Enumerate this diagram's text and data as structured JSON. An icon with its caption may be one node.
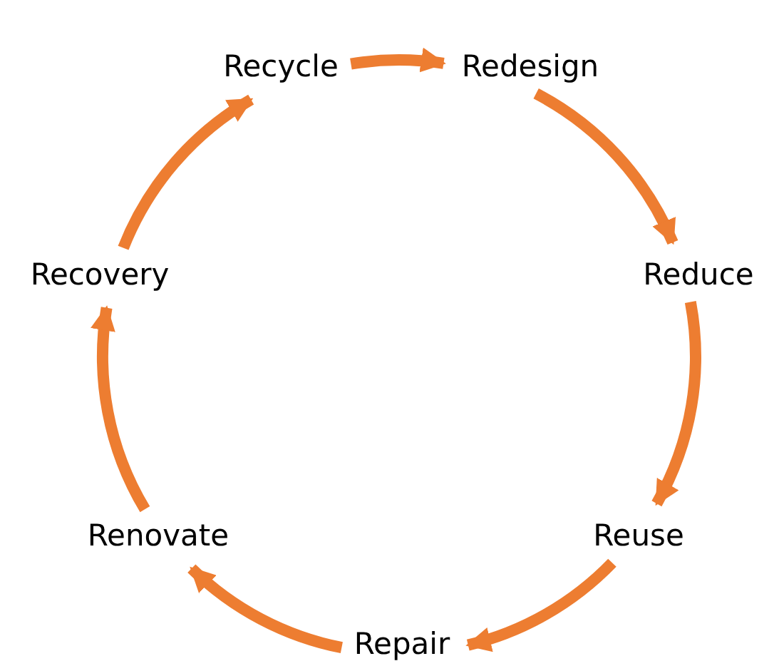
{
  "diagram": {
    "nodes": [
      {
        "text": [
          "Recycle"
        ]
      },
      {
        "text": [
          "Redesign"
        ]
      },
      {
        "text": [
          "Reduce"
        ]
      },
      {
        "text": [
          "Reuse"
        ]
      },
      {
        "text": [
          "Repair"
        ]
      },
      {
        "text": [
          "Renovate"
        ]
      },
      {
        "text": [
          "Recovery"
        ]
      }
    ],
    "edges": [
      {
        "from": 0,
        "to": 1,
        "arrow": "to"
      },
      {
        "from": 1,
        "to": 2,
        "arrow": "to"
      },
      {
        "from": 2,
        "to": 3,
        "arrow": "to"
      },
      {
        "from": 3,
        "to": 4,
        "arrow": "to"
      },
      {
        "from": 4,
        "to": 5,
        "arrow": "to"
      },
      {
        "from": 5,
        "to": 6,
        "arrow": "to"
      },
      {
        "from": 6,
        "to": 0,
        "arrow": "to"
      }
    ]
  }
}
